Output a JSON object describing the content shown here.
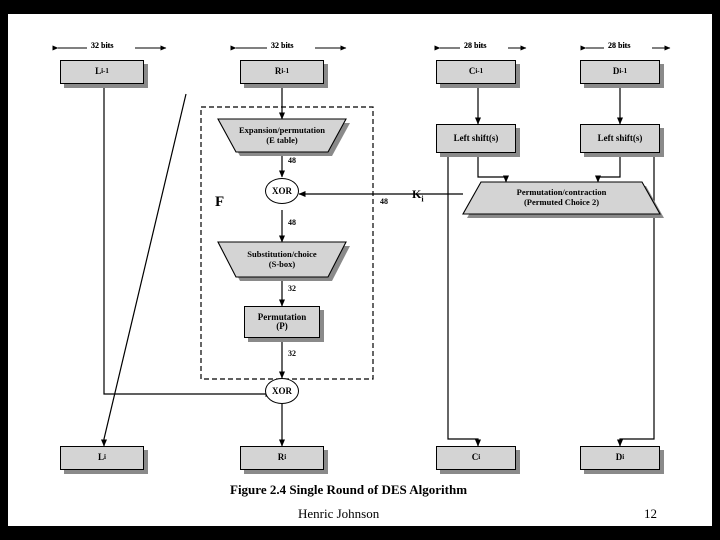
{
  "slide": {
    "background": "#000000",
    "page_background": "#ffffff",
    "footer_name": "Henric Johnson",
    "page_number": "12",
    "caption": "Figure 2.4   Single Round of DES Algorithm"
  },
  "diagram": {
    "title": "Single Round of DES Algorithm",
    "width_labels": [
      {
        "name": "width-left-half",
        "text": "32 bits"
      },
      {
        "name": "width-right-half",
        "text": "32 bits"
      },
      {
        "name": "width-c-half",
        "text": "28 bits"
      },
      {
        "name": "width-d-half",
        "text": "28 bits"
      }
    ],
    "top_registers": [
      {
        "name": "register-l-prev",
        "label": "L",
        "sub": "i-1"
      },
      {
        "name": "register-r-prev",
        "label": "R",
        "sub": "i-1"
      },
      {
        "name": "register-c-prev",
        "label": "C",
        "sub": "i-1"
      },
      {
        "name": "register-d-prev",
        "label": "D",
        "sub": "i-1"
      }
    ],
    "bottom_registers": [
      {
        "name": "register-l-next",
        "label": "L",
        "sub": "i"
      },
      {
        "name": "register-r-next",
        "label": "R",
        "sub": "i"
      },
      {
        "name": "register-c-next",
        "label": "C",
        "sub": "i"
      },
      {
        "name": "register-d-next",
        "label": "D",
        "sub": "i"
      }
    ],
    "blocks": {
      "expansion": {
        "line1": "Expansion/permutation",
        "line2": "(E table)"
      },
      "substitution": {
        "line1": "Substitution/choice",
        "line2": "(S-box)"
      },
      "permutation": {
        "line1": "Permutation",
        "line2": "(P)"
      },
      "left_shift_c": {
        "line1": "Left shift(s)"
      },
      "left_shift_d": {
        "line1": "Left shift(s)"
      },
      "perm_contraction": {
        "line1": "Permutation/contraction",
        "line2": "(Permuted Choice 2)"
      }
    },
    "xor_nodes": [
      {
        "name": "xor-f-function",
        "label": "XOR"
      },
      {
        "name": "xor-left-half",
        "label": "XOR"
      }
    ],
    "bit_labels": [
      {
        "name": "bits-48-expansion-out",
        "text": "48"
      },
      {
        "name": "bits-48-xor-out",
        "text": "48"
      },
      {
        "name": "bits-32-sbox-out",
        "text": "32"
      },
      {
        "name": "bits-32-permutation-out",
        "text": "32"
      },
      {
        "name": "bits-48-key",
        "text": "48"
      }
    ],
    "function_label": "F",
    "key_label": {
      "text": "K",
      "sub": "i"
    }
  },
  "colors": {
    "box_fill": "#d4d4d4",
    "box_shadow": "#8a8a8a",
    "stroke": "#000000",
    "page": "#ffffff",
    "backdrop": "#000000"
  }
}
